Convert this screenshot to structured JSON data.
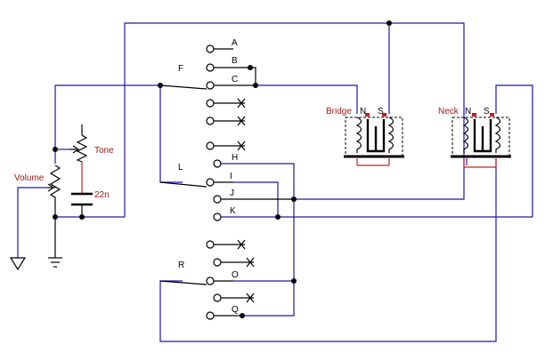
{
  "labels": {
    "f": "F",
    "l": "L",
    "r": "R",
    "bridge": "Bridge",
    "neck": "Neck",
    "tone": "Tone",
    "volume": "Volume",
    "cap": "22n",
    "north": "N",
    "south": "S"
  },
  "terminals": [
    "A",
    "B",
    "C",
    "H",
    "I",
    "J",
    "K",
    "O",
    "Q"
  ],
  "colors": {
    "wire": "#1a1aa6",
    "component": "#c02020",
    "line": "#000000"
  }
}
